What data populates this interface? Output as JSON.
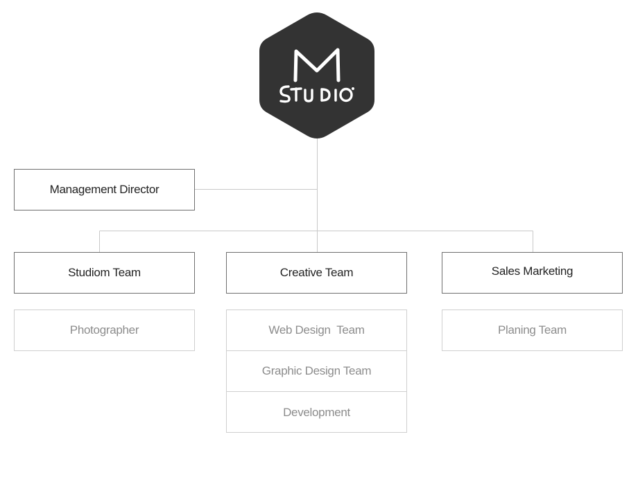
{
  "logo": {
    "icon": "m-studio-logo-icon",
    "fill_color": "#333333",
    "letter": "M",
    "wordmark": "STUDIO"
  },
  "management": {
    "label": "Management Director"
  },
  "teams": [
    {
      "label": "Studiom Team",
      "members": [
        "Photographer"
      ]
    },
    {
      "label": "Creative Team",
      "members": [
        "Web Design  Team",
        "Graphic Design Team",
        "Development"
      ]
    },
    {
      "label": "Sales Marketing",
      "members": [
        "Planing Team"
      ]
    }
  ],
  "colors": {
    "connector": "#c8c8c8",
    "primary_border": "#6e6e6e",
    "secondary_border": "#cfcfcf",
    "primary_text": "#222222",
    "secondary_text": "#8c8c8c"
  }
}
